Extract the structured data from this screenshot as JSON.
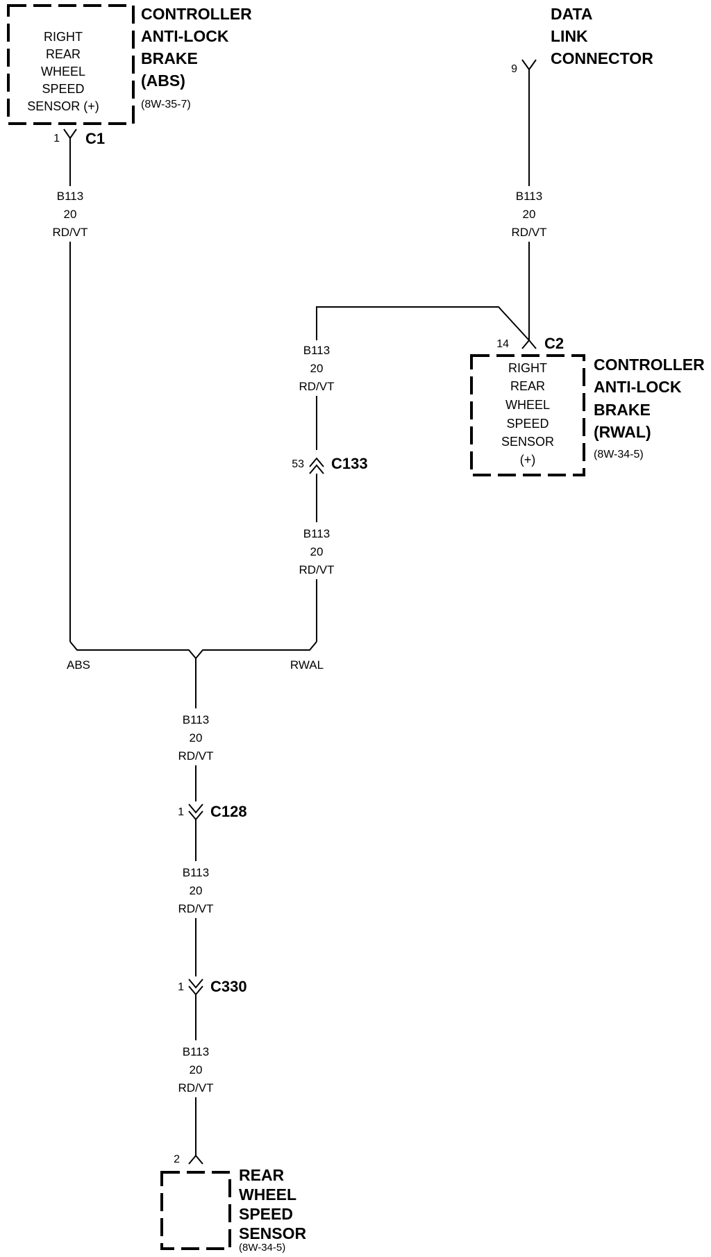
{
  "components": {
    "abs_controller": {
      "inner": [
        "RIGHT",
        "REAR",
        "WHEEL",
        "SPEED",
        "SENSOR (+)"
      ],
      "title": [
        "CONTROLLER",
        "ANTI-LOCK",
        "BRAKE",
        "(ABS)"
      ],
      "ref": "(8W-35-7)",
      "pin": "1",
      "connector": "C1"
    },
    "data_link_connector": {
      "title": [
        "DATA",
        "LINK",
        "CONNECTOR"
      ],
      "pin": "9"
    },
    "rwal_controller": {
      "inner": [
        "RIGHT",
        "REAR",
        "WHEEL",
        "SPEED",
        "SENSOR",
        "(+)"
      ],
      "title": [
        "CONTROLLER",
        "ANTI-LOCK",
        "BRAKE",
        "(RWAL)"
      ],
      "ref": "(8W-34-5)",
      "pin": "14",
      "connector": "C2"
    },
    "rear_wheel_speed_sensor": {
      "title": [
        "REAR",
        "WHEEL",
        "SPEED",
        "SENSOR"
      ],
      "ref": "(8W-34-5)",
      "pin": "2"
    }
  },
  "wire": {
    "circuit": "B113",
    "gauge": "20",
    "color": "RD/VT"
  },
  "inline_connectors": {
    "c133": {
      "pin": "53",
      "name": "C133"
    },
    "c128": {
      "pin": "1",
      "name": "C128"
    },
    "c330": {
      "pin": "1",
      "name": "C330"
    }
  },
  "junction": {
    "left_label": "ABS",
    "right_label": "RWAL"
  }
}
